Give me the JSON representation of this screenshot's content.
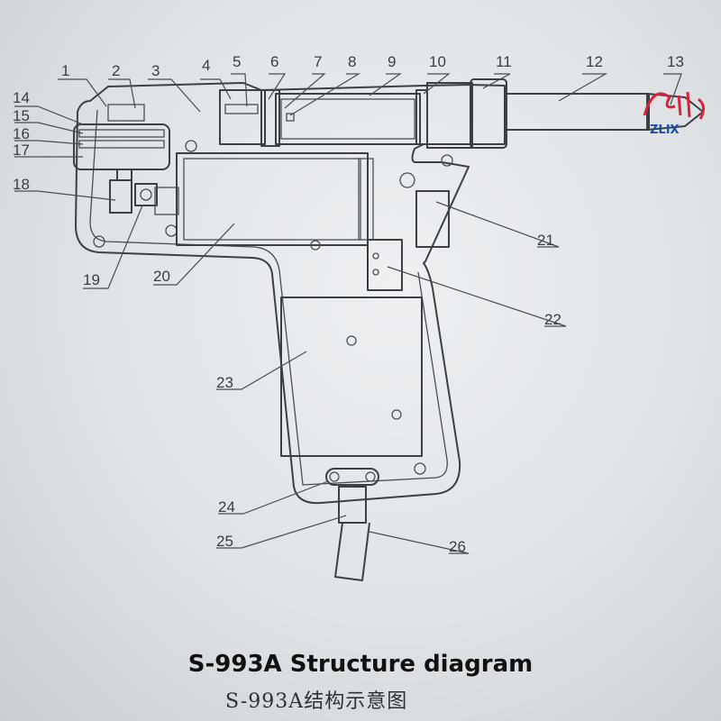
{
  "caption": {
    "english": "S-993A Structure diagram",
    "chinese": "S-993A结构示意图"
  },
  "part_labels": [
    "1",
    "2",
    "3",
    "4",
    "5",
    "6",
    "7",
    "8",
    "9",
    "10",
    "11",
    "12",
    "13",
    "14",
    "15",
    "16",
    "17",
    "18",
    "19",
    "20",
    "21",
    "22",
    "23",
    "24",
    "25",
    "26"
  ],
  "watermark": {
    "text": "ZLIX",
    "colors": [
      "#d8233a",
      "#1f4fa8"
    ]
  }
}
